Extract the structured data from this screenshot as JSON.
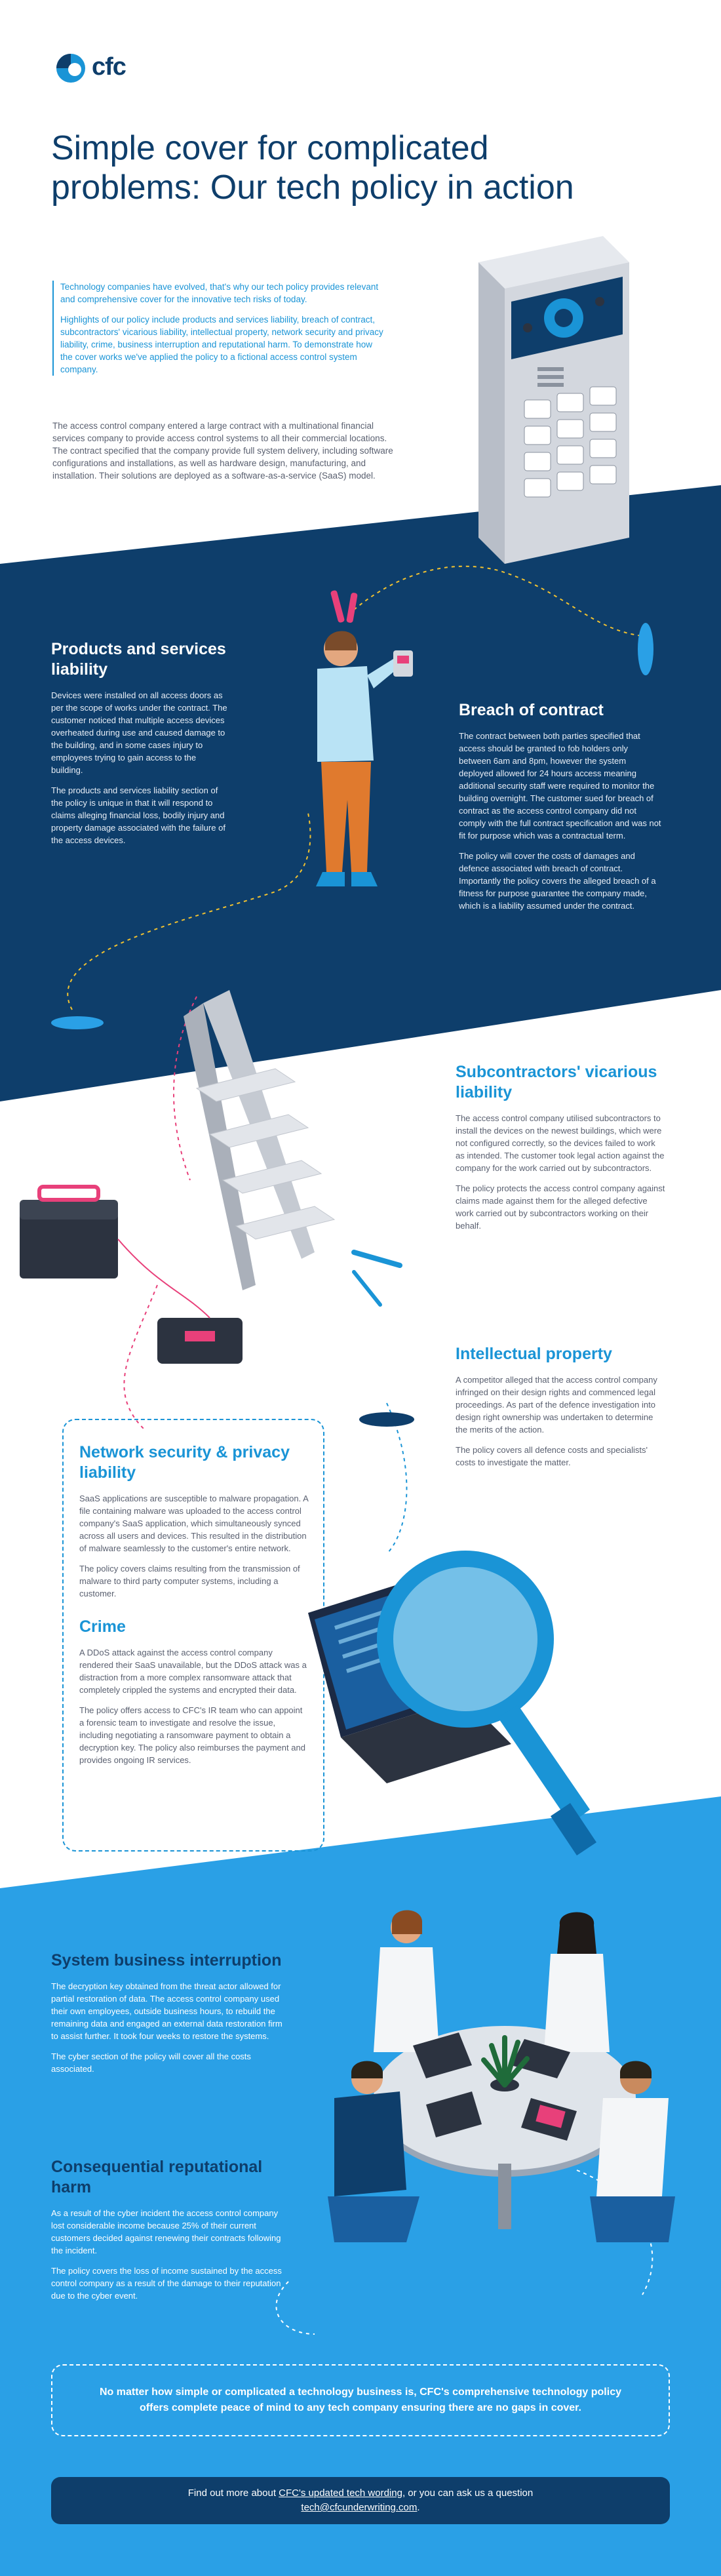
{
  "brand": {
    "name": "cfc"
  },
  "page_title": "Simple cover for complicated problems: Our tech policy in action",
  "intro": {
    "highlight_1": "Technology companies have evolved, that's why our tech policy provides relevant and comprehensive cover for the innovative tech risks of today.",
    "highlight_2": "Highlights of our policy include products and services liability, breach of contract, subcontractors' vicarious liability, intellectual property, network security and privacy liability, crime, business interruption and reputational harm. To demonstrate how the cover works we've applied the policy to a fictional access control system company.",
    "body": "The access control company entered a large contract with a multinational financial services company to provide access control systems to all their commercial locations. The contract specified that the company provide full system delivery, including software configurations and installations, as well as hardware design, manufacturing, and installation. Their solutions are deployed as a software-as-a-service (SaaS) model."
  },
  "sections": {
    "products": {
      "title": "Products and services liability",
      "p1": "Devices were installed on all access doors as per the scope of works under the contract. The customer noticed that multiple access devices overheated during use and caused damage to the building, and in some cases injury to employees trying to gain access to the building.",
      "p2": "The products and services liability section of the policy is unique in that it will respond to claims alleging financial loss, bodily injury and property damage associated with the failure of the access devices."
    },
    "breach": {
      "title": "Breach of contract",
      "p1": "The contract between both parties specified that access should be granted to fob holders only between 6am and 8pm, however the system deployed allowed for 24 hours access meaning additional security staff were required to monitor the building overnight. The customer sued for breach of contract as the access control company did not comply with the full contract specification and was not fit for purpose which was a contractual term.",
      "p2": "The policy will cover the costs of damages and defence associated with breach of contract. Importantly the policy covers the alleged breach of a fitness for purpose guarantee the company made, which is a liability assumed under the contract."
    },
    "subcontractors": {
      "title": "Subcontractors' vicarious liability",
      "p1": "The access control company utilised subcontractors to install the devices on the newest buildings, which were not configured correctly, so the devices failed to work as intended. The customer took legal action against the company for the work carried out by subcontractors.",
      "p2": "The policy protects the access control company against claims made against them for the alleged defective work carried out by subcontractors working on their behalf."
    },
    "ip": {
      "title": "Intellectual property",
      "p1": "A competitor alleged that the access control company infringed on their design rights and commenced legal proceedings. As part of the defence investigation into design right ownership was undertaken to determine the merits of the action.",
      "p2": "The policy covers all defence costs and specialists' costs to investigate the matter."
    },
    "network": {
      "title": "Network security & privacy liability",
      "p1": "SaaS applications are susceptible to malware propagation. A file containing malware was uploaded to the access control company's SaaS application, which simultaneously synced across all users and devices. This resulted in the distribution of malware seamlessly to the customer's entire network.",
      "p2": "The policy covers claims resulting from the transmission of malware to third party computer systems, including a customer."
    },
    "crime": {
      "title": "Crime",
      "p1": "A DDoS attack against the access control company rendered their SaaS unavailable, but the DDoS attack was a distraction from a more complex ransomware attack that completely crippled the systems and encrypted their data.",
      "p2": "The policy offers access to CFC's IR team who can appoint a forensic team to investigate and resolve the issue, including negotiating a ransomware payment to obtain a decryption key. The policy also reimburses the payment and provides ongoing IR services."
    },
    "interruption": {
      "title": "System business interruption",
      "p1": "The decryption key obtained from the threat actor allowed for partial restoration of data. The access control company used their own employees, outside business hours, to rebuild the remaining data and engaged an external data restoration firm to assist further. It took four weeks to restore the systems.",
      "p2": "The cyber section of the policy will cover all the costs associated."
    },
    "reputational": {
      "title": "Consequential reputational harm",
      "p1": "As a result of the cyber incident the access control company lost considerable income because 25% of their current customers decided against renewing their contracts following the incident.",
      "p2": "The policy covers the loss of income sustained by the access control company as a result of the damage to their reputation due to the cyber event."
    }
  },
  "closing": "No matter how simple or complicated a technology business is, CFC's comprehensive technology policy offers complete peace of mind to any tech company ensuring there are no gaps in cover.",
  "footer": {
    "prefix": "Find out more about ",
    "link1": "CFC's updated tech wording",
    "mid": ", or you can ask us a question ",
    "link2": "tech@cfcunderwriting.com",
    "suffix": "."
  },
  "colors": {
    "navy": "#0e3e6b",
    "blue": "#1a94d6",
    "light_blue": "#2aa0e6",
    "text_gray": "#5a6070"
  }
}
